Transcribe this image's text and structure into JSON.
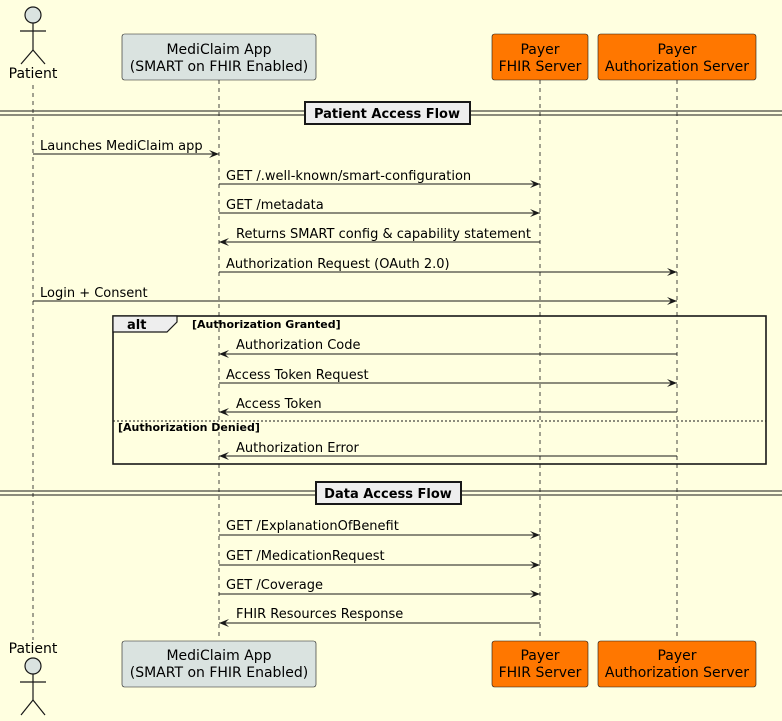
{
  "participants": {
    "patient": {
      "label": "Patient"
    },
    "app": {
      "line1": "MediClaim App",
      "line2": "(SMART on FHIR Enabled)",
      "fill": "#DAE3E0"
    },
    "fhir": {
      "line1": "Payer",
      "line2": "FHIR Server",
      "fill": "#FF7700"
    },
    "auth": {
      "line1": "Payer",
      "line2": "Authorization Server",
      "fill": "#FF7700"
    }
  },
  "dividers": {
    "patient_access": "Patient Access Flow",
    "data_access": "Data Access Flow"
  },
  "alt": {
    "keyword": "alt",
    "guard1": "[Authorization Granted]",
    "guard2": "[Authorization Denied]"
  },
  "messages": {
    "m1": "Launches MediClaim app",
    "m2": "GET /.well-known/smart-configuration",
    "m3": "GET /metadata",
    "m4": "Returns SMART config & capability statement",
    "m5": "Authorization Request (OAuth 2.0)",
    "m6": "Login + Consent",
    "m7": "Authorization Code",
    "m8": "Access Token Request",
    "m9": "Access Token",
    "m10": "Authorization Error",
    "m11": "GET /ExplanationOfBenefit",
    "m12": "GET /MedicationRequest",
    "m13": "GET /Coverage",
    "m14": "FHIR Resources Response"
  },
  "colors": {
    "background": "#FFFFE0",
    "divider_fill": "#EEEEEE",
    "actor_fill": "#DAE3E0"
  }
}
